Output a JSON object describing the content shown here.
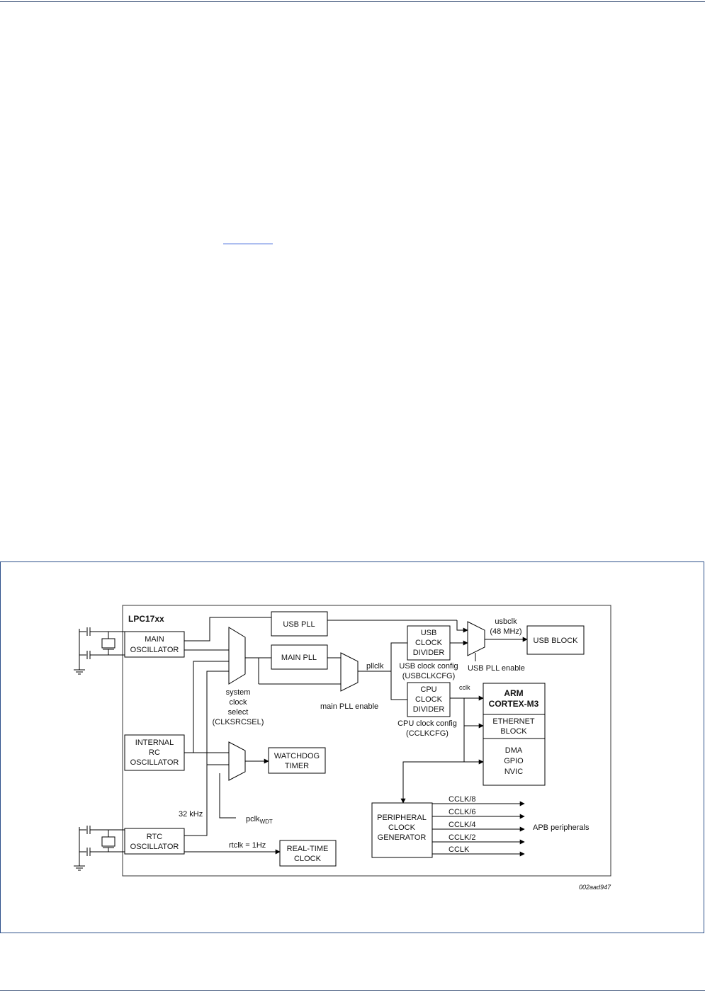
{
  "diagram": {
    "chip_label": "LPC17xx",
    "blocks": {
      "main_osc": [
        "MAIN",
        "OSCILLATOR"
      ],
      "internal_rc": [
        "INTERNAL",
        "RC",
        "OSCILLATOR"
      ],
      "rtc_osc": [
        "RTC",
        "OSCILLATOR"
      ],
      "usb_pll": "USB PLL",
      "main_pll": "MAIN PLL",
      "usb_clock_divider": [
        "USB",
        "CLOCK",
        "DIVIDER"
      ],
      "cpu_clock_divider": [
        "CPU",
        "CLOCK",
        "DIVIDER"
      ],
      "usb_block": "USB BLOCK",
      "arm_core": [
        "ARM",
        "CORTEX-M3"
      ],
      "ethernet": [
        "ETHERNET",
        "BLOCK"
      ],
      "dma_gpio": [
        "DMA",
        "GPIO",
        "NVIC"
      ],
      "watchdog": [
        "WATCHDOG",
        "TIMER"
      ],
      "peripheral_clock_gen": [
        "PERIPHERAL",
        "CLOCK",
        "GENERATOR"
      ],
      "rtc_clock": [
        "REAL-TIME",
        "CLOCK"
      ]
    },
    "labels": {
      "system_clock_select": [
        "system",
        "clock",
        "select",
        "(CLKSRCSEL)"
      ],
      "main_pll_enable": "main PLL enable",
      "pllclk": "pllclk",
      "usbclk": [
        "usbclk",
        "(48 MHz)"
      ],
      "usb_pll_enable": "USB PLL enable",
      "usb_clock_config": [
        "USB clock config",
        "(USBCLKCFG)"
      ],
      "cpu_clock_config": [
        "CPU clock config",
        "(CCLKCFG)"
      ],
      "cclk": "cclk",
      "pclk_wdt": "pclk",
      "pclk_wdt_sub": "WDT",
      "khz32": "32 kHz",
      "rtclk": "rtclk = 1Hz",
      "apb_peripherals": "APB peripherals",
      "figure_id": "002aad947"
    },
    "pclk_outputs": [
      "CCLK/8",
      "CCLK/6",
      "CCLK/4",
      "CCLK/2",
      "CCLK"
    ]
  }
}
